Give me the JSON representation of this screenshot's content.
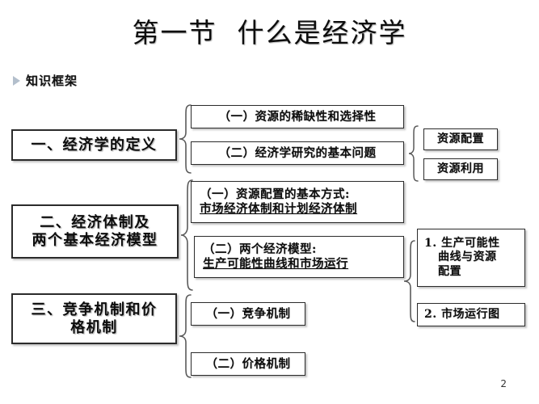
{
  "slide": {
    "title": "第一节  什么是经济学",
    "page_number": "2",
    "bullet": {
      "icon": "triangle-right-icon",
      "label": "知识框架",
      "color": "#b3bfcc"
    },
    "colors": {
      "box_border": "#2b2b2b",
      "text": "#0d0d0d",
      "background": "#ffffff",
      "bullet_marker": "#b3bfcc"
    }
  },
  "outline": {
    "sections": [
      {
        "id": "section-1",
        "heading": "一、经济学的定义",
        "sub_items": [
          {
            "id": "sub-1-1",
            "lines": [
              "（一）资源的稀缺性和选择性"
            ],
            "underline": [
              false
            ]
          },
          {
            "id": "sub-1-2",
            "lines": [
              "（二）经济学研究的基本问题"
            ],
            "underline": [
              false
            ]
          }
        ],
        "detail_items": [
          {
            "id": "detail-1-1",
            "lines": [
              "资源配置"
            ]
          },
          {
            "id": "detail-1-2",
            "lines": [
              "资源利用"
            ]
          }
        ]
      },
      {
        "id": "section-2",
        "heading_lines": [
          "二、经济体制及",
          "两个基本经济模型"
        ],
        "sub_items": [
          {
            "id": "sub-2-1",
            "lines": [
              "（一）资源配置的基本方式:",
              "市场经济体制和计划经济体制"
            ],
            "underline": [
              false,
              true
            ]
          },
          {
            "id": "sub-2-2",
            "lines": [
              "（二）两个经济模型:",
              "生产可能性曲线和市场运行"
            ],
            "underline": [
              false,
              true
            ]
          }
        ],
        "detail_items": [
          {
            "id": "detail-2-1",
            "lines": [
              "1. 生产可能性",
              "曲线与资源",
              "配置"
            ]
          },
          {
            "id": "detail-2-2",
            "lines": [
              "2. 市场运行图"
            ]
          }
        ]
      },
      {
        "id": "section-3",
        "heading_lines": [
          "三、竞争机制和价",
          "格机制"
        ],
        "sub_items": [
          {
            "id": "sub-3-1",
            "lines": [
              "（一）竞争机制"
            ],
            "underline": [
              false
            ]
          },
          {
            "id": "sub-3-2",
            "lines": [
              "（二）价格机制"
            ],
            "underline": [
              false
            ]
          }
        ],
        "detail_items": []
      }
    ]
  }
}
